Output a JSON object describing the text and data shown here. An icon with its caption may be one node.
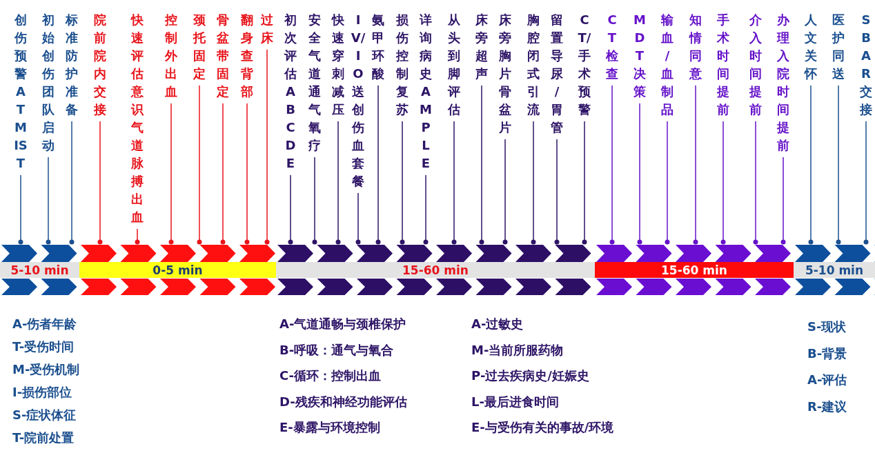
{
  "diagram": {
    "nodes": [
      {
        "text": [
          "创伤预警ATMIST"
        ]
      },
      {
        "text": [
          "初始创伤团队启动"
        ]
      },
      {
        "text": [
          "标准防护准备"
        ]
      },
      {
        "text": [
          "院前院内交接"
        ]
      },
      {
        "text": [
          "快速评估意识气道脉搏出血"
        ]
      },
      {
        "text": [
          "控制外出血"
        ]
      },
      {
        "text": [
          "颈托固定"
        ]
      },
      {
        "text": [
          "骨盆带固定"
        ]
      },
      {
        "text": [
          "翻身查背部"
        ]
      },
      {
        "text": [
          "过床"
        ]
      },
      {
        "text": [
          "初次评估ABCDE"
        ]
      },
      {
        "text": [
          "安全气道通气氧疗"
        ]
      },
      {
        "text": [
          "快速穿刺减压"
        ]
      },
      {
        "text": [
          "IV/IO送创伤血套餐"
        ]
      },
      {
        "text": [
          "氨甲环酸"
        ]
      },
      {
        "text": [
          "损伤控制复苏"
        ]
      },
      {
        "text": [
          "详询病史AMPLE"
        ]
      },
      {
        "text": [
          "从头到脚评估"
        ]
      },
      {
        "text": [
          "床旁超声"
        ]
      },
      {
        "text": [
          "床旁胸片骨盆片"
        ]
      },
      {
        "text": [
          "胸腔闭式引流"
        ]
      },
      {
        "text": [
          "留置导尿/胃管"
        ]
      },
      {
        "text": [
          "CT/手术预警"
        ]
      },
      {
        "text": [
          "CT检查"
        ]
      },
      {
        "text": [
          "MDT决策"
        ]
      },
      {
        "text": [
          "输血/血制品"
        ]
      },
      {
        "text": [
          "知情同意"
        ]
      },
      {
        "text": [
          "手术时间提前"
        ]
      },
      {
        "text": [
          "介入时间提前"
        ]
      },
      {
        "text": [
          "办理入院时间提前"
        ]
      },
      {
        "text": [
          "人文关怀"
        ]
      },
      {
        "text": [
          "医护同送"
        ]
      },
      {
        "text": [
          "SBAR交接"
        ]
      },
      {
        "text": [
          "5-10 min"
        ]
      },
      {
        "text": [
          "0-5 min"
        ]
      },
      {
        "text": [
          "15-60 min"
        ]
      },
      {
        "text": [
          "15-60 min"
        ]
      },
      {
        "text": [
          "5-10 min"
        ]
      }
    ],
    "edges": [
      {
        "from": 0,
        "to": 33,
        "arrow": "other",
        "color": "#1b4f8e"
      },
      {
        "from": 1,
        "to": 33,
        "arrow": "other",
        "color": "#1b4f8e"
      },
      {
        "from": 2,
        "to": 33,
        "arrow": "other",
        "color": "#1b4f8e"
      },
      {
        "from": 3,
        "to": 34,
        "arrow": "other",
        "color": "#e8141b"
      },
      {
        "from": 4,
        "to": 34,
        "arrow": "other",
        "color": "#e8141b"
      },
      {
        "from": 5,
        "to": 34,
        "arrow": "other",
        "color": "#e8141b"
      },
      {
        "from": 6,
        "to": 34,
        "arrow": "other",
        "color": "#e8141b"
      },
      {
        "from": 7,
        "to": 34,
        "arrow": "other",
        "color": "#e8141b"
      },
      {
        "from": 8,
        "to": 34,
        "arrow": "other",
        "color": "#e8141b"
      },
      {
        "from": 9,
        "to": 34,
        "arrow": "other",
        "color": "#e8141b"
      },
      {
        "from": 10,
        "to": 35,
        "arrow": "other"
      },
      {
        "from": 11,
        "to": 35,
        "arrow": "other"
      },
      {
        "from": 12,
        "to": 35,
        "arrow": "other"
      },
      {
        "from": 13,
        "to": 35,
        "arrow": "other"
      },
      {
        "from": 14,
        "to": 35,
        "arrow": "other"
      },
      {
        "from": 15,
        "to": 35,
        "arrow": "other"
      },
      {
        "from": 16,
        "to": 35,
        "arrow": "other"
      },
      {
        "from": 17,
        "to": 35,
        "arrow": "other"
      },
      {
        "from": 18,
        "to": 35,
        "arrow": "other"
      },
      {
        "from": 19,
        "to": 35,
        "arrow": "other"
      },
      {
        "from": 20,
        "to": 35,
        "arrow": "other"
      },
      {
        "from": 21,
        "to": 35,
        "arrow": "other"
      },
      {
        "from": 22,
        "to": 35,
        "arrow": "other"
      },
      {
        "from": 23,
        "to": 36,
        "arrow": "other",
        "color": "#6512c9"
      },
      {
        "from": 24,
        "to": 36,
        "arrow": "other",
        "color": "#6512c9"
      },
      {
        "from": 25,
        "to": 36,
        "arrow": "other",
        "color": "#6512c9"
      },
      {
        "from": 26,
        "to": 36,
        "arrow": "other",
        "color": "#6512c9"
      },
      {
        "from": 27,
        "to": 36,
        "arrow": "other",
        "color": "#6512c9"
      },
      {
        "from": 28,
        "to": 36,
        "arrow": "other",
        "color": "#6512c9"
      },
      {
        "from": 29,
        "to": 36,
        "arrow": "other",
        "color": "#6512c9"
      },
      {
        "from": 30,
        "to": 37,
        "arrow": "other",
        "color": "#1b4f8e"
      },
      {
        "from": 31,
        "to": 37,
        "arrow": "other",
        "color": "#1b4f8e"
      },
      {
        "from": 32,
        "to": 37,
        "arrow": "other",
        "color": "#1b4f8e"
      }
    ],
    "labels": [
      "A-伤者年龄",
      "T-受伤时间",
      "M-受伤机制",
      "I-损伤部位",
      "S-症状体征",
      "T-院前处置",
      "A-气道通畅与颈椎保护",
      "B-呼吸：通气与氧合",
      "C-循环：控制出血",
      "D-残疾和神经功能评估",
      "E-暴露与环境控制",
      "A-过敏史",
      "M-当前所服药物",
      "P-过去疾病史/妊娠史",
      "L-最后进食时间",
      "E-与受伤有关的事故/环境",
      "S-现状",
      "B-背景",
      "A-评估",
      "R-建议"
    ]
  }
}
